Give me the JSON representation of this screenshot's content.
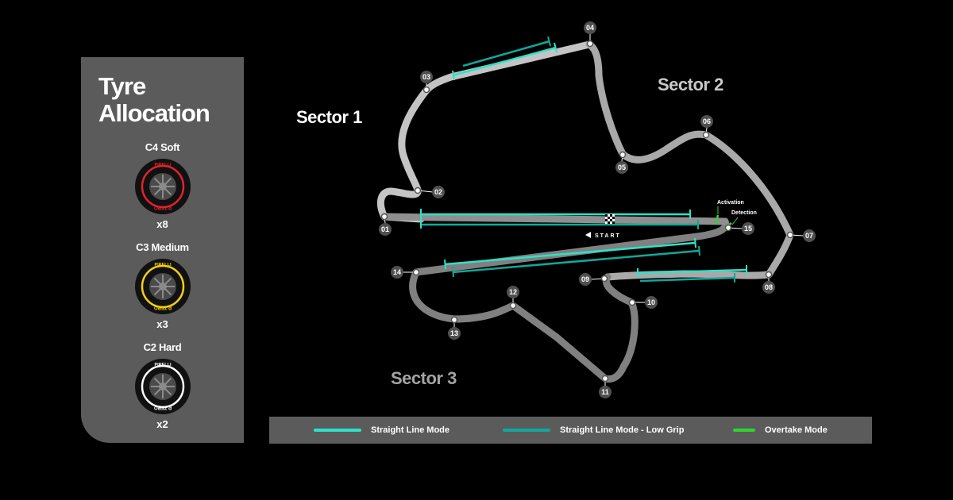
{
  "panel": {
    "title_line1": "Tyre",
    "title_line2": "Allocation",
    "tyres": [
      {
        "name": "C4 Soft",
        "qty": "x8",
        "color": "#e1232d"
      },
      {
        "name": "C3 Medium",
        "qty": "x3",
        "color": "#f5d10c"
      },
      {
        "name": "C2 Hard",
        "qty": "x2",
        "color": "#ffffff"
      }
    ],
    "brand": "PIRELLI",
    "sidewall": "P ZERO"
  },
  "map": {
    "sectors": [
      "Sector 1",
      "Sector 2",
      "Sector 3"
    ],
    "start_label": "START",
    "activation_label": "Activation",
    "detection_label": "Detection",
    "corners": [
      "01",
      "02",
      "03",
      "04",
      "05",
      "06",
      "07",
      "08",
      "09",
      "10",
      "11",
      "12",
      "13",
      "14",
      "15"
    ],
    "colors": {
      "sector1": "#c4c4c4",
      "sector2": "#a9a9a9",
      "sector3": "#808080",
      "straight_line_mode": "#2de2c8",
      "straight_line_mode_low_grip": "#12a79c",
      "overtake_mode": "#2ed52e"
    }
  },
  "legend": {
    "straight_line_mode": "Straight Line Mode",
    "straight_line_mode_low_grip": "Straight Line Mode - Low Grip",
    "overtake_mode": "Overtake Mode"
  }
}
